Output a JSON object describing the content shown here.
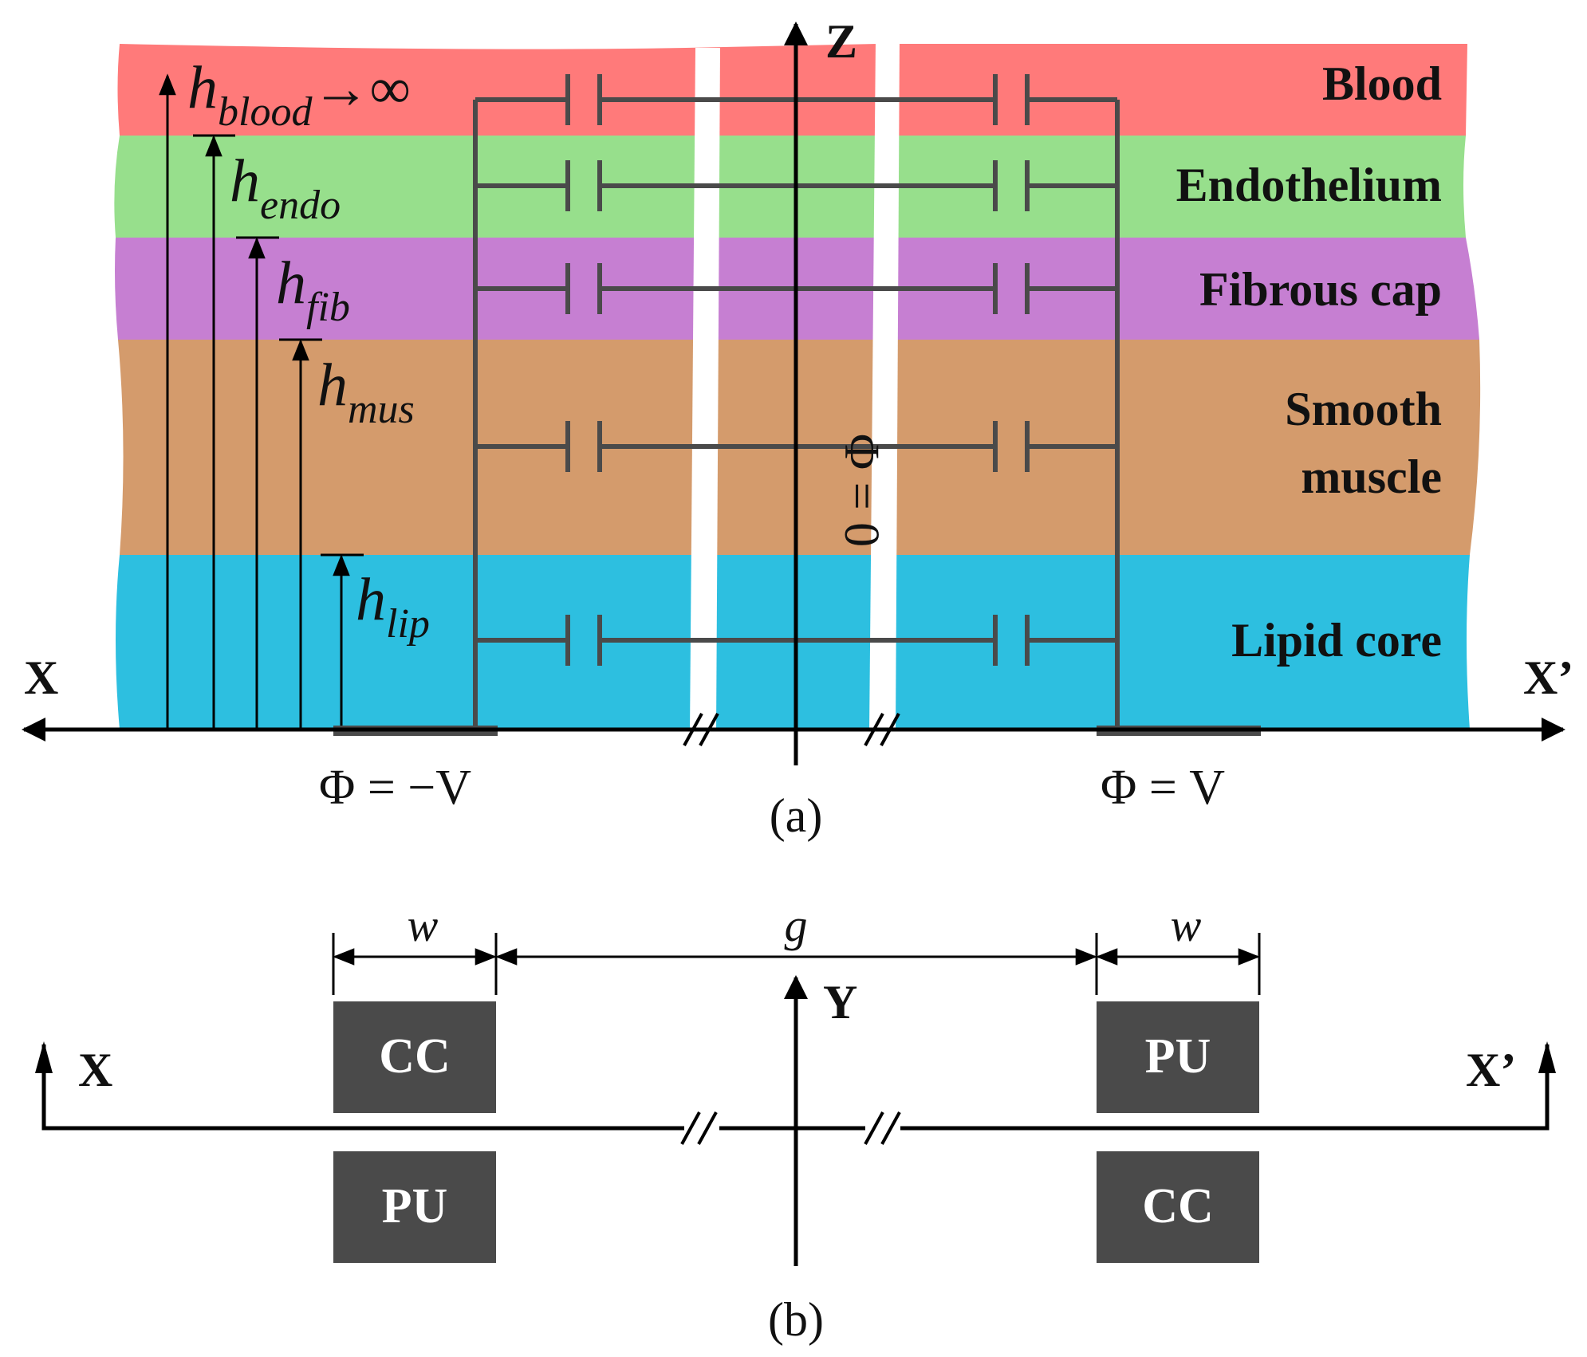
{
  "panel_a": {
    "caption": "(a)",
    "layers": [
      {
        "key": "blood",
        "label": "Blood",
        "color": "#FF7A7A"
      },
      {
        "key": "endo",
        "label": "Endothelium",
        "color": "#97DF8C"
      },
      {
        "key": "fib",
        "label": "Fibrous cap",
        "color": "#C67FD2"
      },
      {
        "key": "mus",
        "label_line1": "Smooth",
        "label_line2": "muscle",
        "color": "#D49B6C"
      },
      {
        "key": "lip",
        "label": "Lipid core",
        "color": "#2DBFE0"
      }
    ],
    "heights": {
      "blood": {
        "h": "h",
        "sub": "blood",
        "suffix": "→∞"
      },
      "endo": {
        "h": "h",
        "sub": "endo"
      },
      "fib": {
        "h": "h",
        "sub": "fib"
      },
      "mus": {
        "h": "h",
        "sub": "mus"
      },
      "lip": {
        "h": "h",
        "sub": "lip"
      }
    },
    "axes": {
      "z": "Z",
      "x_left": "X",
      "x_right": "X’"
    },
    "potentials": {
      "left": "Φ = −V",
      "right": "Φ = V",
      "center": "Φ = 0"
    },
    "circuit_color": "#4a4a4a",
    "electrode_color": "#4a4a4a"
  },
  "panel_b": {
    "caption": "(b)",
    "axes": {
      "y": "Y",
      "x_left": "X",
      "x_right": "X’"
    },
    "dims": {
      "w_left": "w",
      "gap": "g",
      "w_right": "w"
    },
    "electrodes": {
      "top_left": "CC",
      "bottom_left": "PU",
      "top_right": "PU",
      "bottom_right": "CC"
    },
    "electrode_color": "#4a4a4a"
  }
}
